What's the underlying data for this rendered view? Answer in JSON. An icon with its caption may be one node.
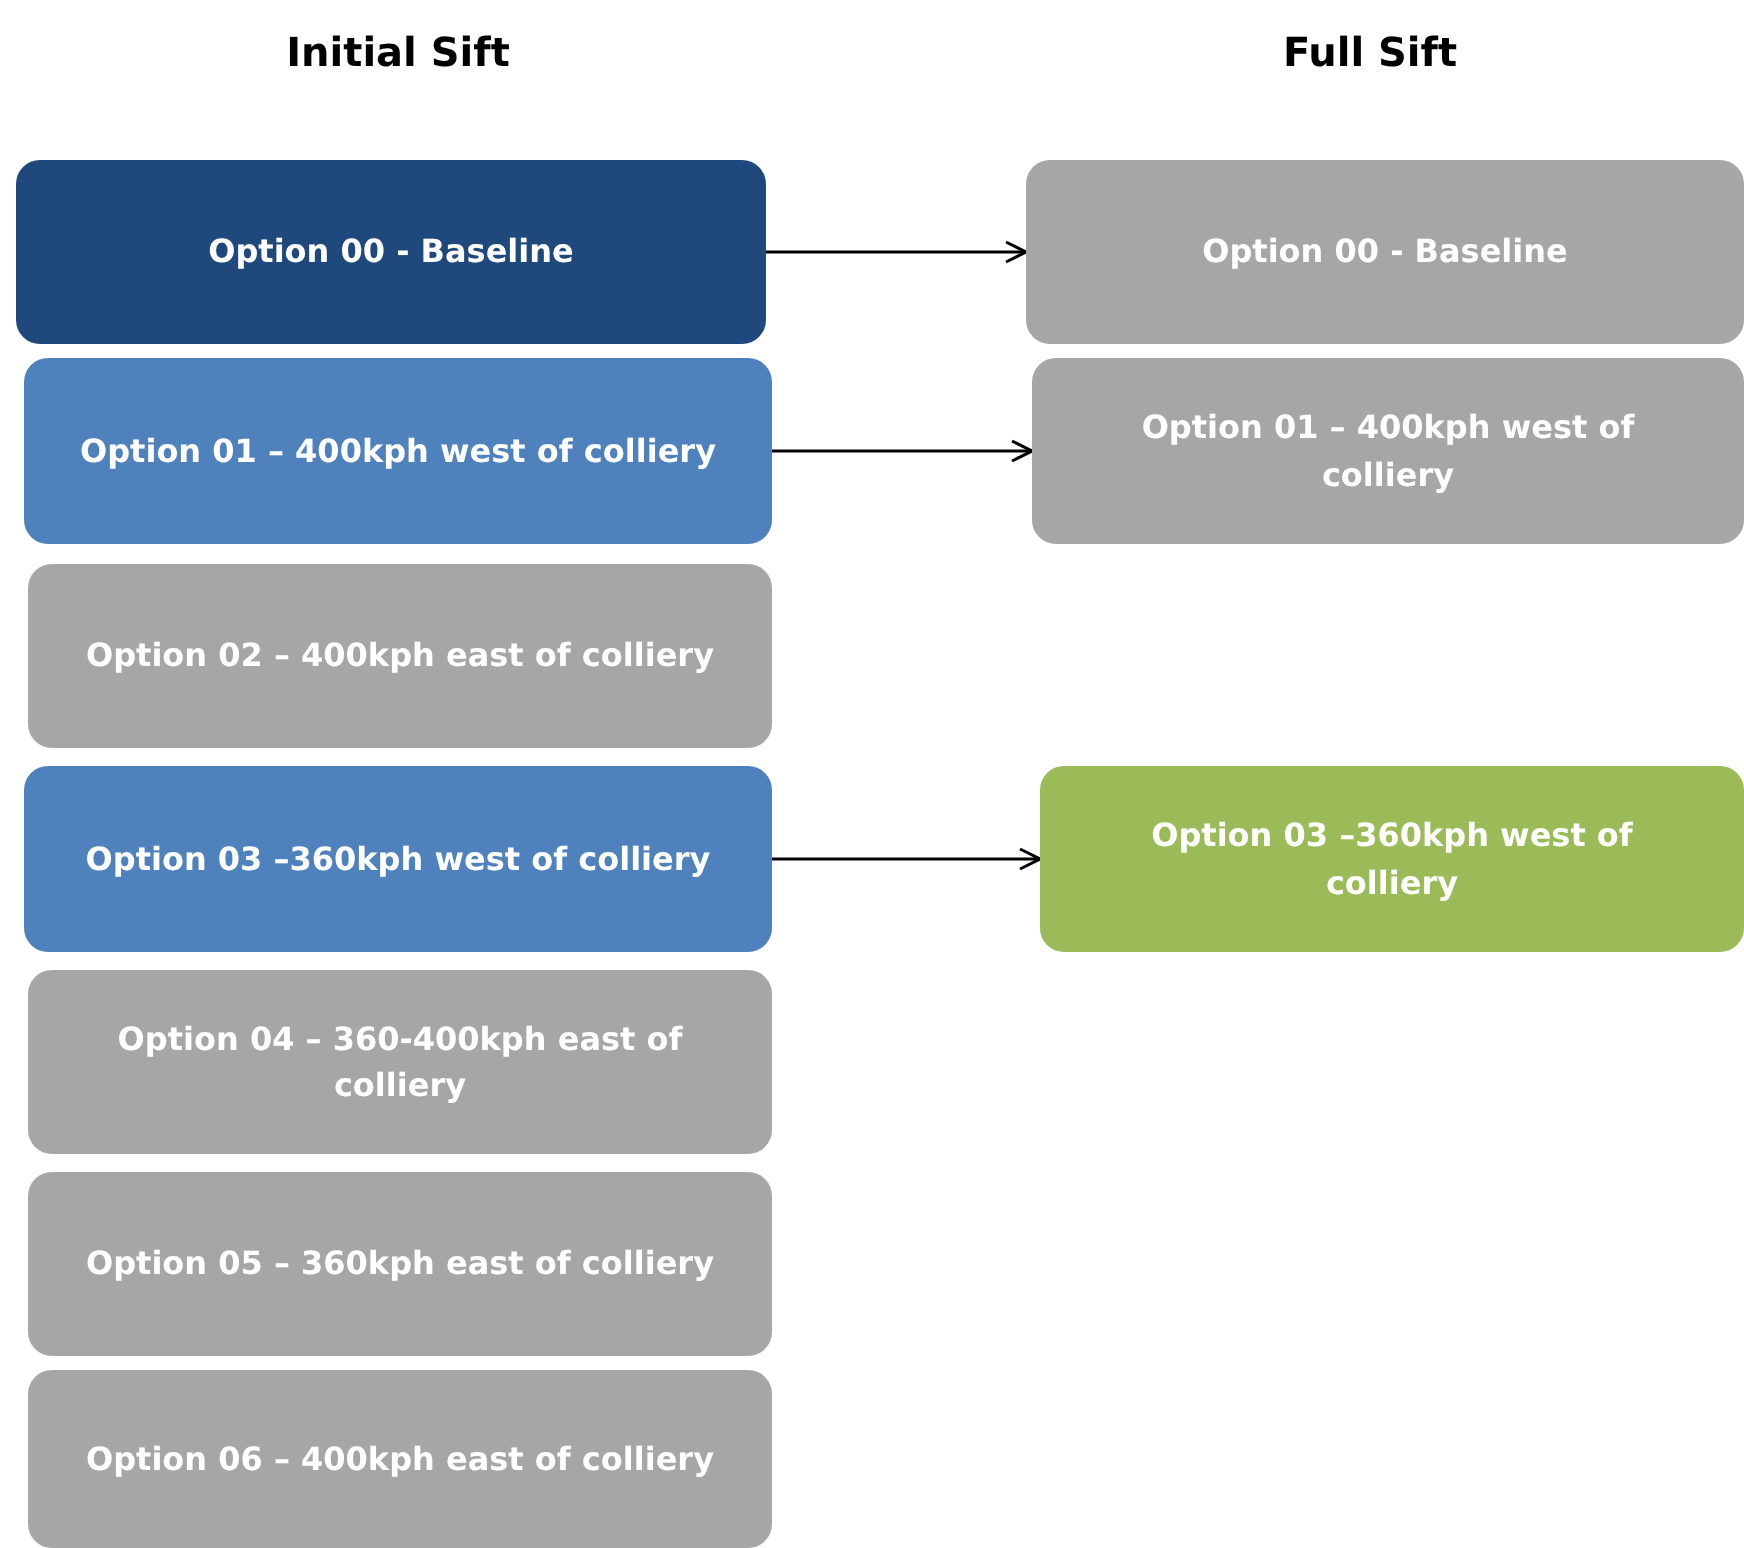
{
  "diagram": {
    "nodes": [
      {
        "text": [
          "Option 00 - Baseline"
        ]
      },
      {
        "text": [
          "Option 01 – 400kph west of colliery"
        ]
      },
      {
        "text": [
          "Option 02 – 400kph east of colliery"
        ]
      },
      {
        "text": [
          "Option 03 –360kph west of colliery"
        ]
      },
      {
        "text": [
          "Option 04 – 360-400kph east of colliery"
        ]
      },
      {
        "text": [
          "Option 05 – 360kph east of colliery"
        ]
      },
      {
        "text": [
          "Option 06 – 400kph east of colliery"
        ]
      },
      {
        "text": [
          "Option 00 - Baseline"
        ]
      },
      {
        "text": [
          "Option 01 – 400kph west of colliery"
        ]
      },
      {
        "text": [
          "Option 03 –360kph west of colliery"
        ]
      }
    ],
    "edges": [
      {
        "from": 0,
        "to": 7,
        "arrow": "to"
      },
      {
        "from": 1,
        "to": 8,
        "arrow": "to"
      },
      {
        "from": 3,
        "to": 9,
        "arrow": "to"
      }
    ],
    "labels": [
      "Initial Sift",
      "Full Sift"
    ]
  }
}
